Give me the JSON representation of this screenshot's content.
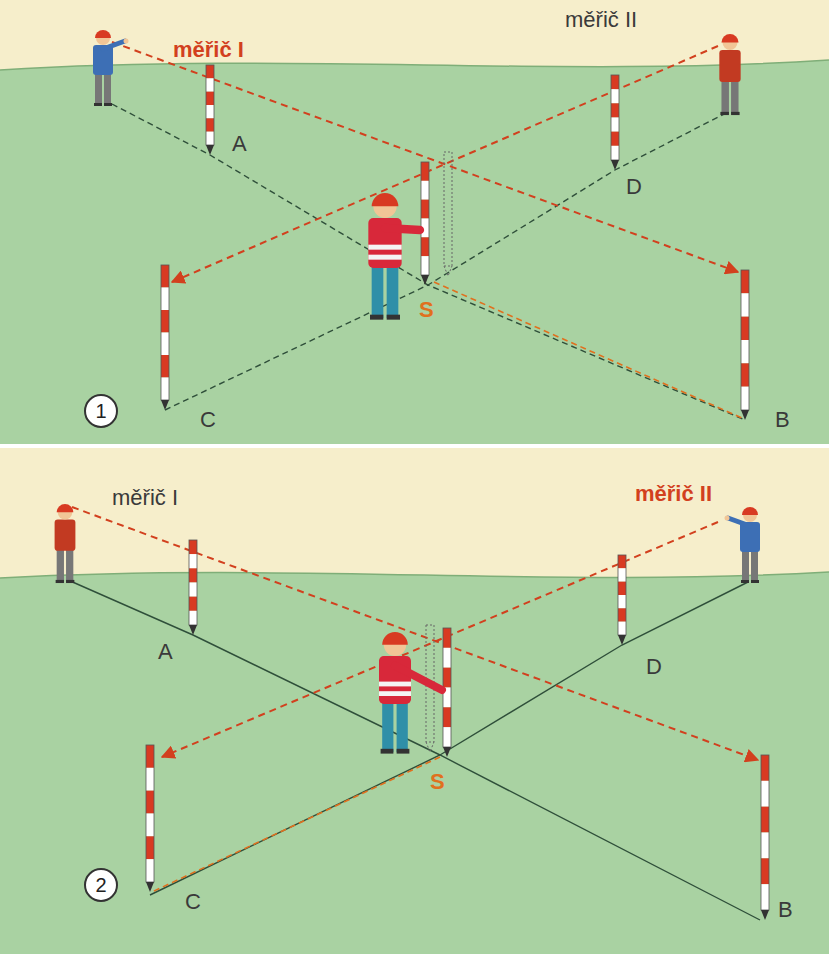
{
  "diagram": {
    "nodes": [
      {
        "text": [
          "1"
        ]
      },
      {
        "text": [
          "2"
        ]
      }
    ],
    "labels": [
      "měřič I",
      "měřič II",
      "A",
      "D",
      "S",
      "C",
      "B",
      "měřič I",
      "měřič II",
      "A",
      "D",
      "S",
      "C",
      "B"
    ]
  }
}
